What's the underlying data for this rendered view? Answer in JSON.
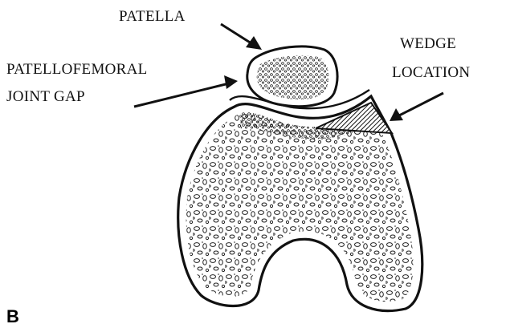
{
  "labels": {
    "patella": "PATELLA",
    "gap_line1": "PATELLOFEMORAL",
    "gap_line2": "JOINT GAP",
    "wedge_line1": "WEDGE",
    "wedge_line2": "LOCATION"
  },
  "panel_letter": "B",
  "structures": [
    "patella",
    "femur",
    "patellofemoral-joint-gap",
    "wedge"
  ],
  "colors": {
    "ink": "#111111",
    "background": "#ffffff",
    "wedge_fill": "#4a4a4a"
  }
}
